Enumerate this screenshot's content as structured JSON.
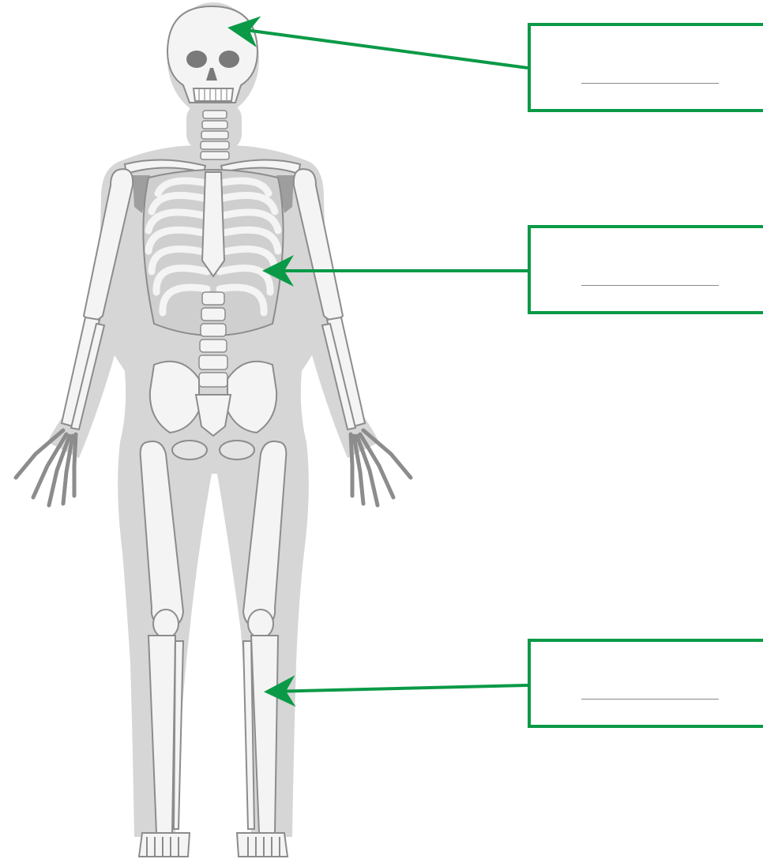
{
  "diagram": {
    "colors": {
      "arrow": "#0a9a47",
      "bone_fill": "#f4f4f4",
      "bone_stroke": "#8c8c8c",
      "body_silhouette": "#d6d6d6",
      "shadow": "#bdbdbd"
    },
    "subject": "skeleton-front-view",
    "labels": [
      {
        "id": "skull",
        "text": ""
      },
      {
        "id": "rib-cage",
        "text": ""
      },
      {
        "id": "shin",
        "text": ""
      }
    ]
  }
}
